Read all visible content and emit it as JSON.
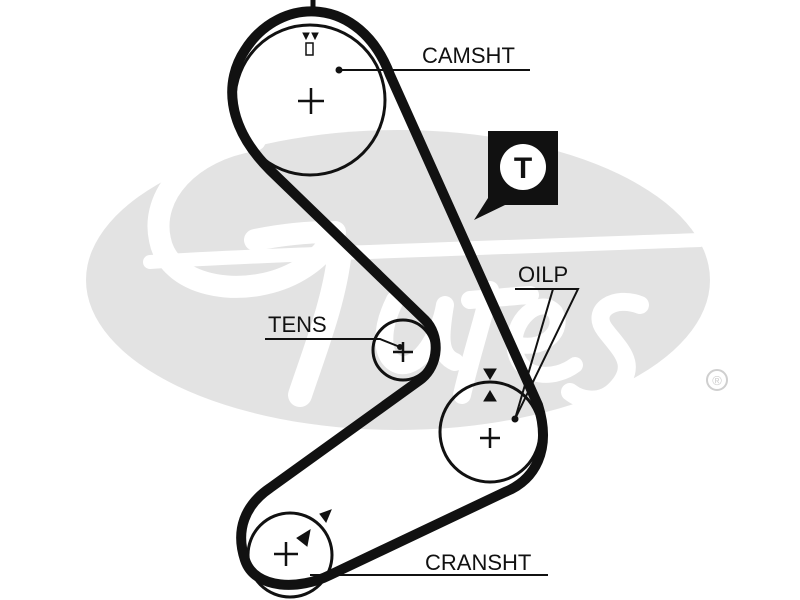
{
  "colors": {
    "background": "#ffffff",
    "logo": "#e3e3e3",
    "line": "#111111"
  },
  "labels": {
    "camshaft": "CAMSHT",
    "tensioner": "TENS",
    "oil_pump": "OILP",
    "crankshaft": "CRANSHT"
  },
  "badge": {
    "letter": "T",
    "icon": "tensioner-marker-icon"
  },
  "logo": {
    "wordmark": "Gates",
    "registered_mark": "®"
  }
}
